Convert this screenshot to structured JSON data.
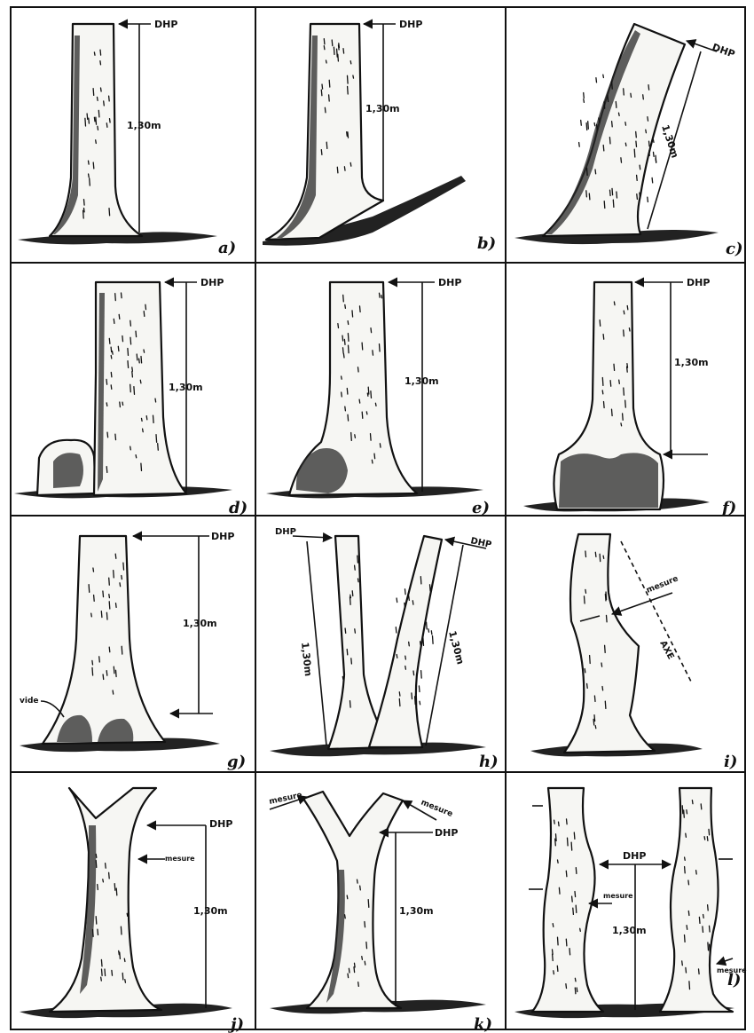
{
  "panels": [
    {
      "id": "a",
      "letter": "a)",
      "labels": [
        "DHP",
        "1,30m"
      ]
    },
    {
      "id": "b",
      "letter": "b)",
      "labels": [
        "DHP",
        "1,30m"
      ]
    },
    {
      "id": "c",
      "letter": "c)",
      "labels": [
        "DHP",
        "1,30m"
      ]
    },
    {
      "id": "d",
      "letter": "d)",
      "labels": [
        "DHP",
        "1,30m"
      ]
    },
    {
      "id": "e",
      "letter": "e)",
      "labels": [
        "DHP",
        "1,30m"
      ]
    },
    {
      "id": "f",
      "letter": "f)",
      "labels": [
        "DHP",
        "1,30m"
      ]
    },
    {
      "id": "g",
      "letter": "g)",
      "labels": [
        "DHP",
        "1,30m",
        "vide"
      ]
    },
    {
      "id": "h",
      "letter": "h)",
      "labels": [
        "DHP",
        "DHP",
        "1,30m",
        "1,30m"
      ]
    },
    {
      "id": "i",
      "letter": "i)",
      "labels": [
        "mesure",
        "AXE"
      ]
    },
    {
      "id": "j",
      "letter": "j)",
      "labels": [
        "DHP",
        "mesure",
        "1,30m"
      ]
    },
    {
      "id": "k",
      "letter": "k)",
      "labels": [
        "mesure",
        "mesure",
        "DHP",
        "1,30m"
      ]
    },
    {
      "id": "l",
      "letter": "l)",
      "labels": [
        "DHP",
        "mesure",
        "1,30m",
        "mesure"
      ]
    }
  ]
}
